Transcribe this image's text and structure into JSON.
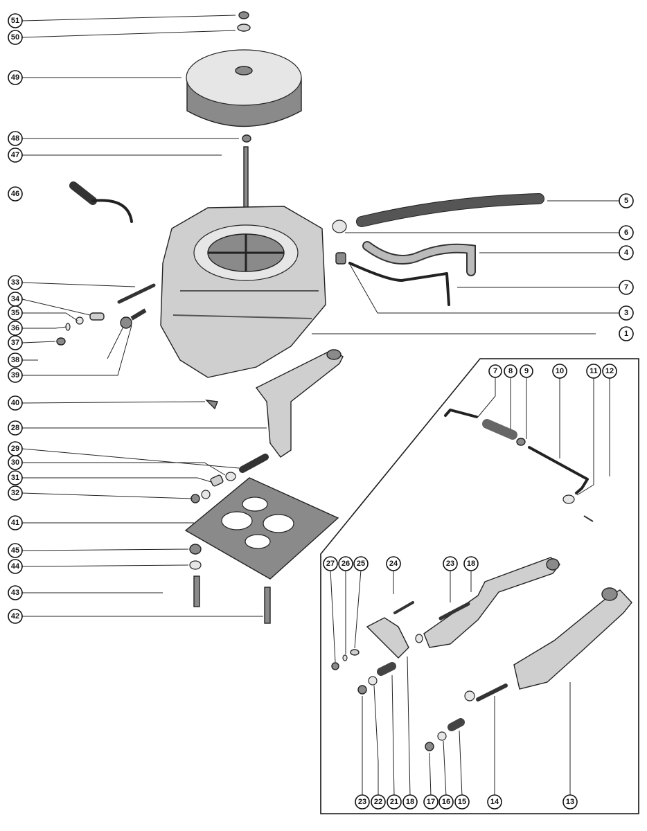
{
  "callouts": {
    "c51": "51",
    "c50": "50",
    "c49": "49",
    "c48": "48",
    "c47": "47",
    "c46": "46",
    "c33": "33",
    "c34": "34",
    "c35": "35",
    "c36": "36",
    "c37": "37",
    "c38": "38",
    "c39": "39",
    "c40": "40",
    "c28": "28",
    "c29": "29",
    "c30": "30",
    "c31": "31",
    "c32": "32",
    "c41": "41",
    "c45": "45",
    "c44": "44",
    "c43": "43",
    "c42": "42",
    "c5": "5",
    "c6": "6",
    "c4": "4",
    "c7": "7",
    "c3": "3",
    "c1": "1",
    "i7": "7",
    "i8": "8",
    "i9": "9",
    "i10": "10",
    "i11": "11",
    "i12": "12",
    "i27": "27",
    "i26": "26",
    "i25": "25",
    "i24": "24",
    "i23a": "23",
    "i18a": "18",
    "b23": "23",
    "b22": "22",
    "b21": "21",
    "b18": "18",
    "b17": "17",
    "b16": "16",
    "b15": "15",
    "b14": "14",
    "b13": "13"
  }
}
